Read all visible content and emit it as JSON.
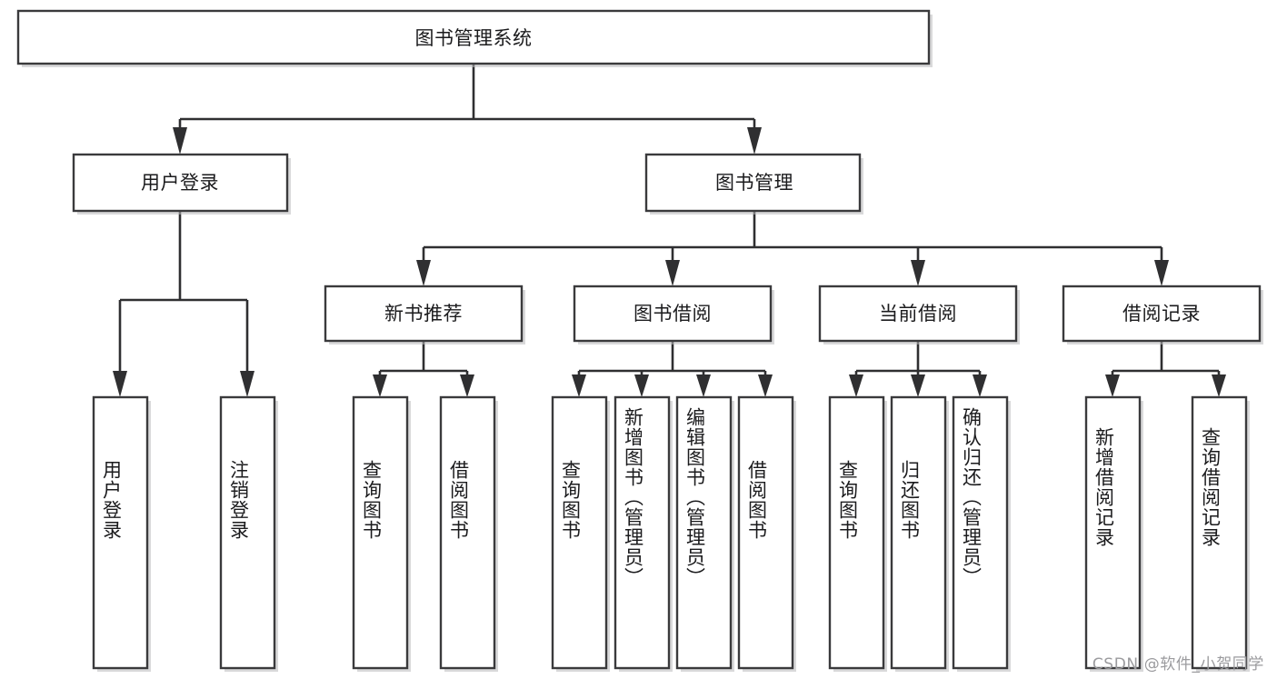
{
  "diagram": {
    "type": "tree",
    "title": "图书管理系统",
    "orientation": "top-down",
    "watermark": "CSDN @软件_小贺同学",
    "colors": {
      "box_stroke": "#3a3a3c",
      "box_fill": "#ffffff",
      "connector": "#2f2f31",
      "text": "#1b1b1d",
      "watermark": "#9b9b9e",
      "background": "#ffffff"
    },
    "nodes": {
      "root": {
        "label": "图书管理系统",
        "level": 1
      },
      "level2": [
        {
          "id": "user-login",
          "label": "用户登录"
        },
        {
          "id": "book-manage",
          "label": "图书管理"
        }
      ],
      "level3": [
        {
          "id": "new-book-recommend",
          "label": "新书推荐",
          "parent": "book-manage"
        },
        {
          "id": "book-borrow",
          "label": "图书借阅",
          "parent": "book-manage"
        },
        {
          "id": "current-borrow",
          "label": "当前借阅",
          "parent": "book-manage"
        },
        {
          "id": "borrow-record",
          "label": "借阅记录",
          "parent": "book-manage"
        }
      ],
      "leaves": [
        {
          "id": "leaf-user-login",
          "label": "用户登录",
          "parent": "user-login"
        },
        {
          "id": "leaf-user-logout",
          "label": "注销登录",
          "parent": "user-login"
        },
        {
          "id": "leaf-query-book-1",
          "label": "查询图书",
          "parent": "new-book-recommend"
        },
        {
          "id": "leaf-borrow-book-1",
          "label": "借阅图书",
          "parent": "new-book-recommend"
        },
        {
          "id": "leaf-query-book-2",
          "label": "查询图书",
          "parent": "book-borrow"
        },
        {
          "id": "leaf-add-book",
          "label": "新增图书（管理员）",
          "parent": "book-borrow"
        },
        {
          "id": "leaf-edit-book",
          "label": "编辑图书（管理员）",
          "parent": "book-borrow"
        },
        {
          "id": "leaf-borrow-book-2",
          "label": "借阅图书",
          "parent": "book-borrow"
        },
        {
          "id": "leaf-query-book-3",
          "label": "查询图书",
          "parent": "current-borrow"
        },
        {
          "id": "leaf-return-book",
          "label": "归还图书",
          "parent": "current-borrow"
        },
        {
          "id": "leaf-confirm-return",
          "label": "确认归还（管理员）",
          "parent": "current-borrow"
        },
        {
          "id": "leaf-add-record",
          "label": "新增借阅记录",
          "parent": "borrow-record"
        },
        {
          "id": "leaf-query-record",
          "label": "查询借阅记录",
          "parent": "borrow-record"
        }
      ]
    }
  }
}
